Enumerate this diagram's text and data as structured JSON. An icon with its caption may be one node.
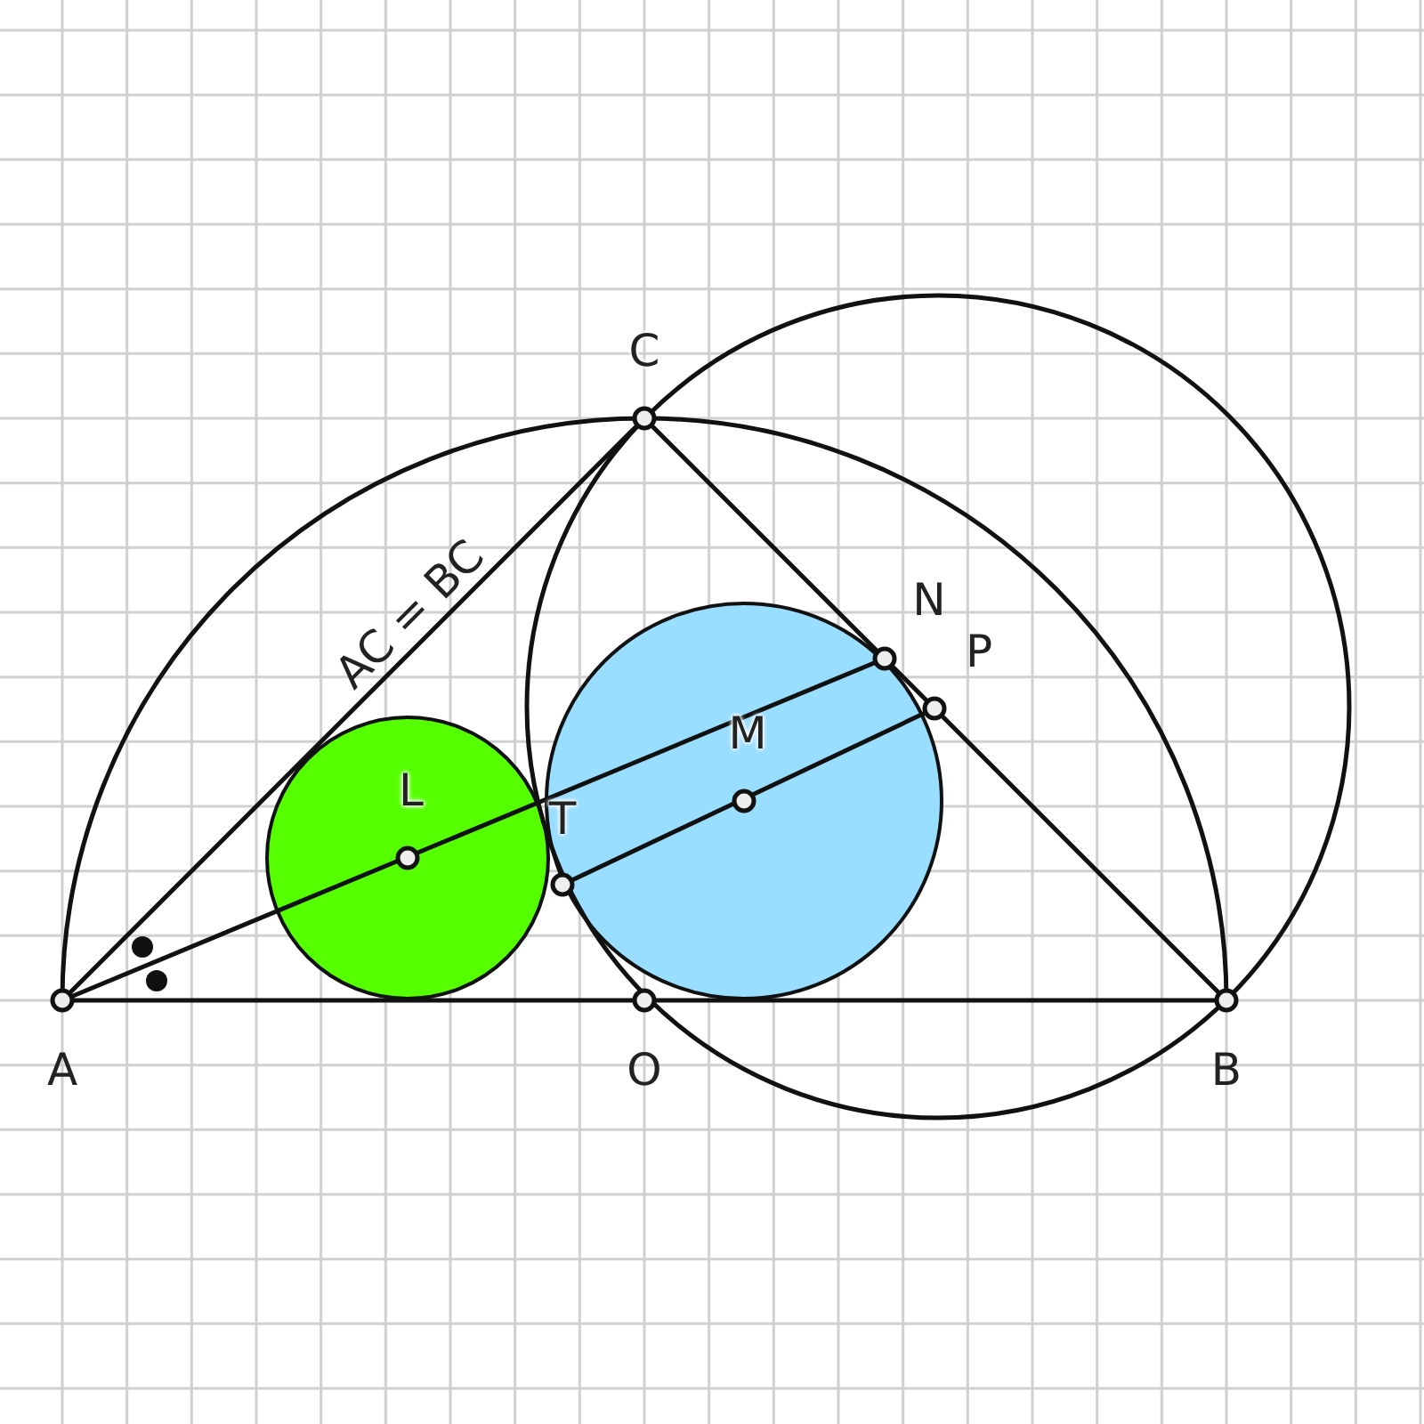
{
  "diagram": {
    "nodes": [
      {
        "text": [
          "L"
        ]
      },
      {
        "text": [
          "M"
        ]
      }
    ],
    "labels": [
      "C",
      "AC = BC",
      "N",
      "P",
      "T",
      "A",
      "O",
      "B"
    ]
  }
}
